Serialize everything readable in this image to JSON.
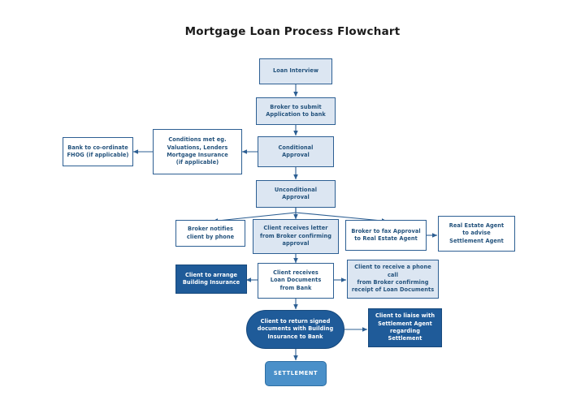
{
  "document": {
    "title": "Mortgage Loan Process Flowchart",
    "background_color": "#ffffff"
  },
  "palette": {
    "pale_fill": "#dce6f2",
    "white_fill": "#ffffff",
    "dark_fill": "#1f5b99",
    "medium_fill": "#4a90c9",
    "border": "#2d5f93",
    "text_blue": "#23527c",
    "text_white": "#ffffff",
    "connector": "#2d5f93"
  },
  "chart_data": {
    "type": "diagram",
    "diagram_type": "flowchart",
    "title": "Mortgage Loan Process Flowchart",
    "orientation": "top-down",
    "nodes": [
      {
        "id": "n1",
        "label": "Loan Interview",
        "style": "pale",
        "shape": "rect"
      },
      {
        "id": "n2",
        "label": "Broker to submit Application to bank",
        "style": "pale",
        "shape": "rect"
      },
      {
        "id": "n3",
        "label": "Conditional Approval",
        "style": "pale",
        "shape": "rect"
      },
      {
        "id": "n4",
        "label": "Conditions met eg. Valuations, Lenders Mortgage Insurance (if applicable)",
        "style": "white",
        "shape": "rect"
      },
      {
        "id": "n5",
        "label": "Bank to co-ordinate FHOG (if applicable)",
        "style": "white",
        "shape": "rect"
      },
      {
        "id": "n6",
        "label": "Unconditional Approval",
        "style": "pale",
        "shape": "rect"
      },
      {
        "id": "n7",
        "label": "Broker notifies client by phone",
        "style": "white",
        "shape": "rect"
      },
      {
        "id": "n8",
        "label": "Client receives letter from Broker confirming approval",
        "style": "pale",
        "shape": "rect"
      },
      {
        "id": "n9",
        "label": "Broker to fax Approval to Real Estate Agent",
        "style": "white",
        "shape": "rect"
      },
      {
        "id": "n10",
        "label": "Real Estate Agent to advise Settlement Agent",
        "style": "white",
        "shape": "rect"
      },
      {
        "id": "n11",
        "label": "Client to arrange Building Insurance",
        "style": "dark",
        "shape": "rect"
      },
      {
        "id": "n12",
        "label": "Client receives Loan Documents from Bank",
        "style": "white",
        "shape": "rect"
      },
      {
        "id": "n13",
        "label": "Client to receive a phone call from Broker confirming receipt of Loan Documents",
        "style": "pale",
        "shape": "rect"
      },
      {
        "id": "n14",
        "label": "Client to return signed documents with Building Insurance to Bank",
        "style": "dark",
        "shape": "stadium"
      },
      {
        "id": "n15",
        "label": "Client to liaise with Settlement Agent regarding Settlement",
        "style": "dark",
        "shape": "rect"
      },
      {
        "id": "n16",
        "label": "SETTLEMENT",
        "style": "medium",
        "shape": "rounded"
      }
    ],
    "edges": [
      {
        "from": "n1",
        "to": "n2"
      },
      {
        "from": "n2",
        "to": "n3"
      },
      {
        "from": "n3",
        "to": "n4"
      },
      {
        "from": "n4",
        "to": "n5"
      },
      {
        "from": "n3",
        "to": "n6"
      },
      {
        "from": "n6",
        "to": "n7"
      },
      {
        "from": "n6",
        "to": "n8"
      },
      {
        "from": "n6",
        "to": "n9"
      },
      {
        "from": "n9",
        "to": "n10"
      },
      {
        "from": "n8",
        "to": "n12"
      },
      {
        "from": "n12",
        "to": "n11"
      },
      {
        "from": "n12",
        "to": "n13"
      },
      {
        "from": "n12",
        "to": "n14"
      },
      {
        "from": "n14",
        "to": "n15"
      },
      {
        "from": "n14",
        "to": "n16"
      }
    ]
  },
  "nodes": {
    "loan_interview": "Loan Interview",
    "broker_submit_line1": "Broker to submit",
    "broker_submit_line2": "Application to bank",
    "conditional_line1": "Conditional",
    "conditional_line2": "Approval",
    "conditions_line1": "Conditions met eg.",
    "conditions_line2": "Valuations, Lenders",
    "conditions_line3": "Mortgage Insurance",
    "conditions_line4": "(if applicable)",
    "fhog_line1": "Bank to co-ordinate",
    "fhog_line2": "FHOG (if applicable)",
    "uncond_line1": "Unconditional",
    "uncond_line2": "Approval",
    "broker_notifies_line1": "Broker notifies",
    "broker_notifies_line2": "client by phone",
    "client_letter_line1": "Client receives letter",
    "client_letter_line2": "from Broker confirming",
    "client_letter_line3": "approval",
    "fax_line1": "Broker to fax Approval",
    "fax_line2": "to Real Estate Agent",
    "rea_line1": "Real Estate Agent",
    "rea_line2": "to advise",
    "rea_line3": "Settlement Agent",
    "building_ins_line1": "Client to arrange",
    "building_ins_line2": "Building Insurance",
    "loan_docs_line1": "Client receives",
    "loan_docs_line2": "Loan Documents",
    "loan_docs_line3": "from Bank",
    "phone_call_line1": "Client to receive a phone",
    "phone_call_line2": "call",
    "phone_call_line3": "from Broker confirming",
    "phone_call_line4": "receipt of Loan Documents",
    "return_signed_line1": "Client to return signed",
    "return_signed_line2": "documents with Building",
    "return_signed_line3": "Insurance to Bank",
    "liaise_line1": "Client to liaise with",
    "liaise_line2": "Settlement Agent",
    "liaise_line3": "regarding",
    "liaise_line4": "Settlement",
    "settlement": "SETTLEMENT"
  }
}
